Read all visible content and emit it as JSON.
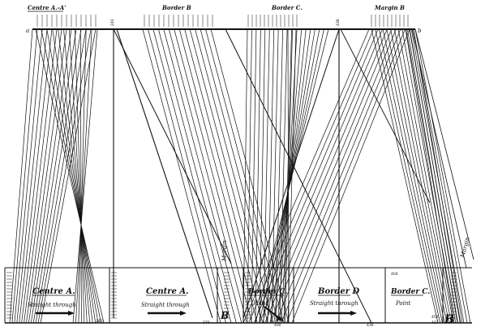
{
  "top": {
    "left_point": "a",
    "right_point": "b",
    "groups": [
      {
        "label": "Centre A.-A'"
      },
      {
        "label": "Border B"
      },
      {
        "label": "Border C."
      },
      {
        "label": "Margin B"
      }
    ],
    "single_marks": [
      "240",
      "436"
    ]
  },
  "panels": [
    {
      "title": "Centre A.",
      "subtitle": "Straight through",
      "end_label": "240",
      "arrow": "right"
    },
    {
      "title": "Centre A.",
      "subtitle": "Straight through",
      "end_label": "",
      "arrow": "right"
    },
    {
      "title": "Border C.",
      "subtitle": "Point",
      "end_label": "400",
      "arrow": "down"
    },
    {
      "title": "Border D",
      "subtitle": "Straight through",
      "end_label": "436",
      "arrow": "right"
    },
    {
      "title": "Border C.",
      "subtitle": "Point",
      "end_label": "",
      "arrow": "none"
    }
  ],
  "bottom": {
    "left_labels": [
      "240",
      "270"
    ],
    "right_labels": [
      "404",
      "452",
      "437"
    ],
    "margin_letters": [
      "B",
      "B"
    ],
    "side_words": [
      "Margin",
      "Margin"
    ]
  },
  "colors": {
    "ink": "#111111",
    "paper": "#ffffff"
  }
}
